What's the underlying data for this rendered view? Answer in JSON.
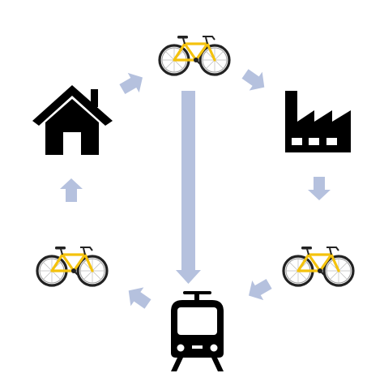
{
  "diagram": {
    "type": "cycle",
    "nodes": [
      {
        "id": "bike-top",
        "icon": "bicycle-icon"
      },
      {
        "id": "factory",
        "icon": "factory-icon"
      },
      {
        "id": "bike-right",
        "icon": "bicycle-icon"
      },
      {
        "id": "train",
        "icon": "train-icon"
      },
      {
        "id": "bike-left",
        "icon": "bicycle-icon"
      },
      {
        "id": "house",
        "icon": "house-icon"
      }
    ],
    "flow": [
      [
        "house",
        "bike-top"
      ],
      [
        "bike-top",
        "factory"
      ],
      [
        "factory",
        "bike-right"
      ],
      [
        "bike-right",
        "train"
      ],
      [
        "train",
        "bike-left"
      ],
      [
        "bike-left",
        "house"
      ],
      [
        "bike-top",
        "train"
      ]
    ]
  },
  "colors": {
    "arrow": "#b5c1de",
    "bike_frame": "#f4c20d",
    "icon_black": "#000000",
    "background": "#ffffff"
  }
}
